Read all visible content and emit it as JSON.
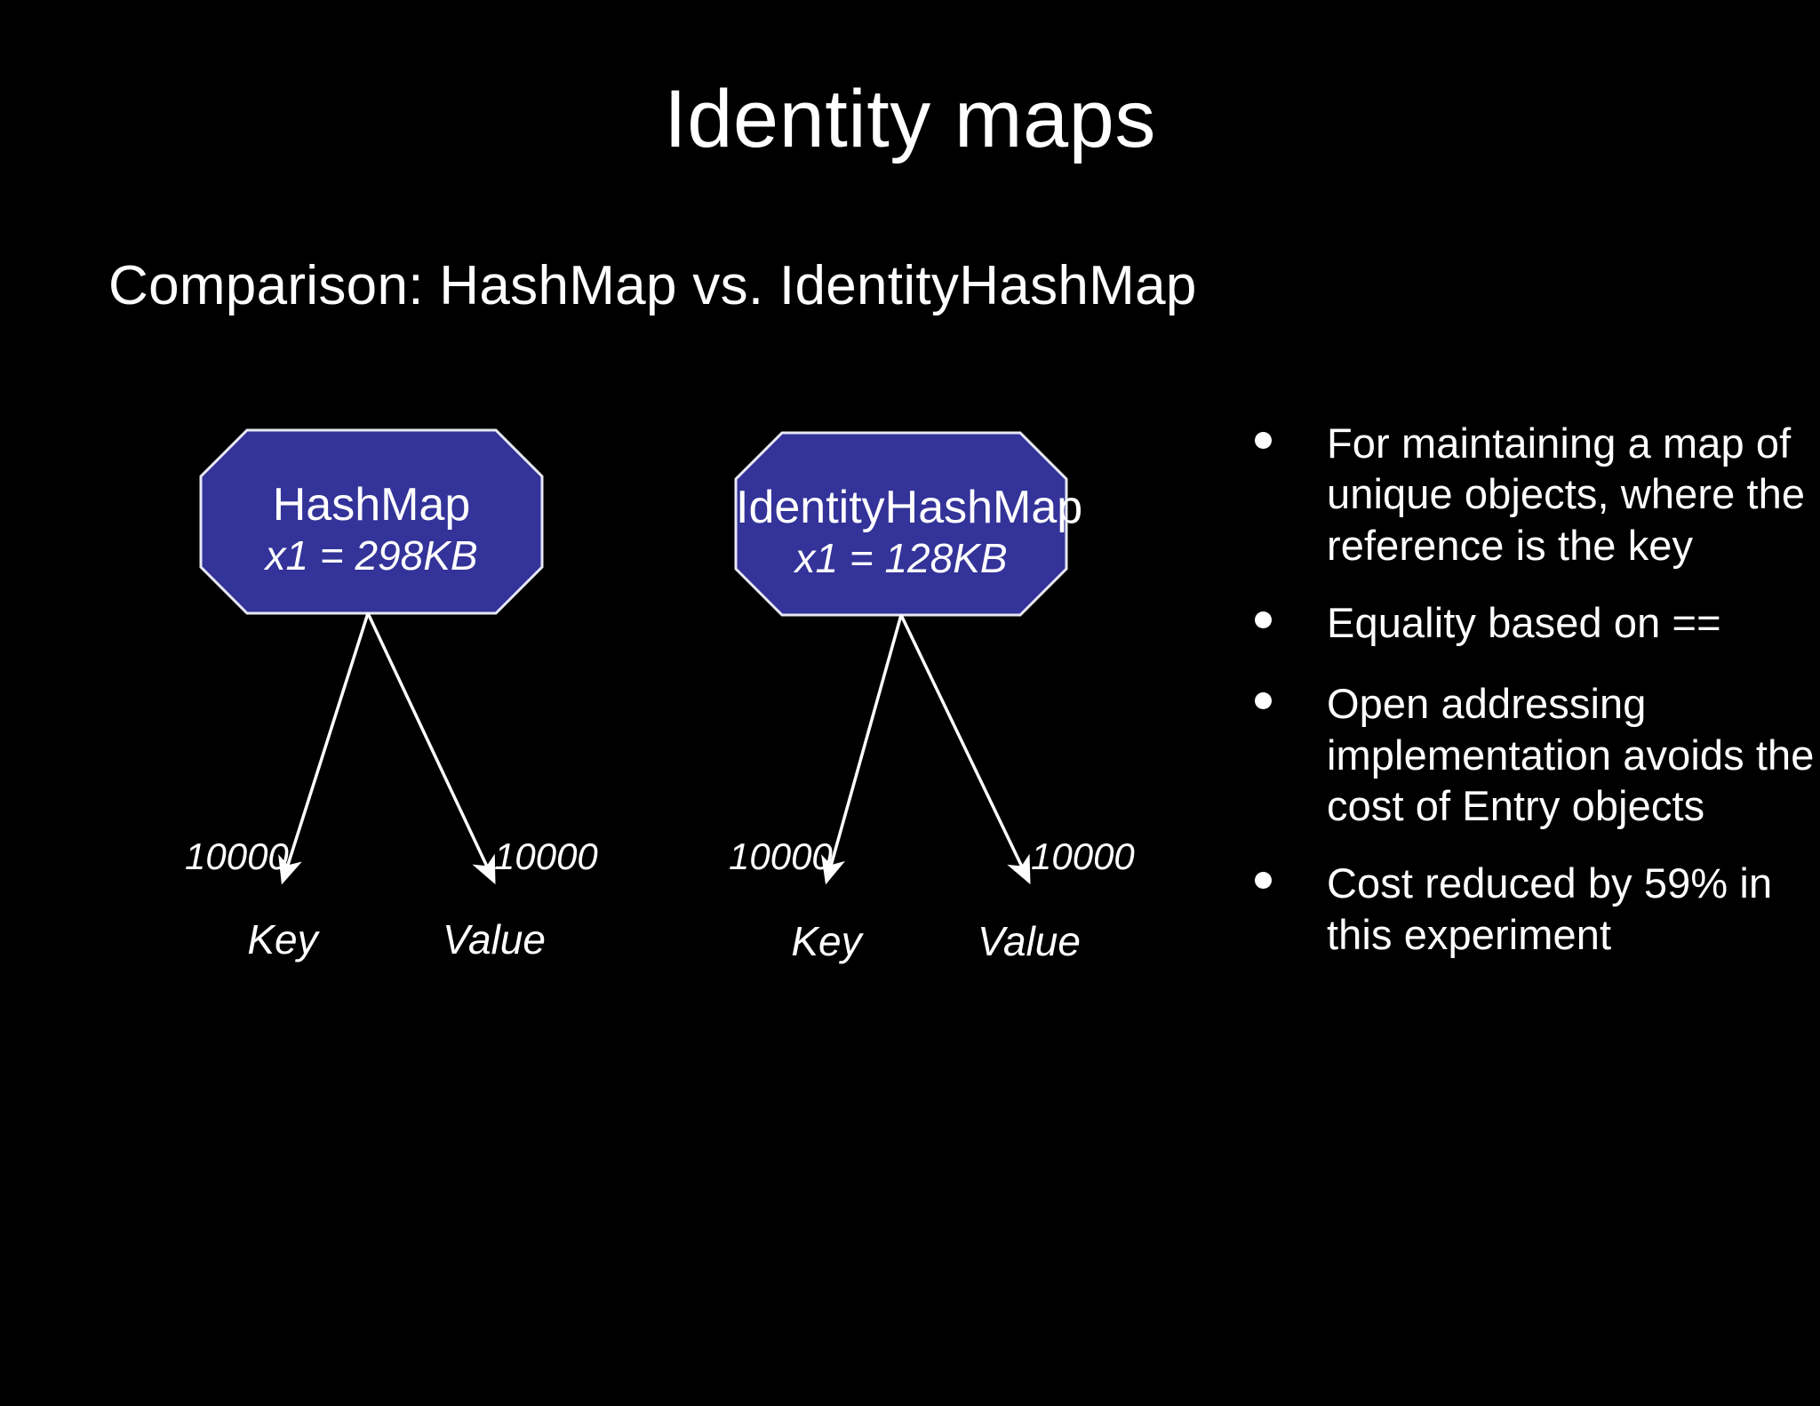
{
  "slide": {
    "title": "Identity maps",
    "subtitle": "Comparison: HashMap vs. IdentityHashMap",
    "background_color": "#000000",
    "text_color": "#ffffff",
    "node_fill_color": "#333399",
    "node_border_color": "#e8e8f5"
  },
  "diagram": {
    "nodes": [
      {
        "id": "hashmap",
        "title": "HashMap",
        "subtitle": "x1 = 298KB",
        "children": [
          {
            "label": "Key",
            "edge_label": "10000"
          },
          {
            "label": "Value",
            "edge_label": "10000"
          }
        ]
      },
      {
        "id": "identityhashmap",
        "title": "IdentityHashMap",
        "subtitle": "x1 = 128KB",
        "children": [
          {
            "label": "Key",
            "edge_label": "10000"
          },
          {
            "label": "Value",
            "edge_label": "10000"
          }
        ]
      }
    ]
  },
  "bullets": [
    "For maintaining a map of unique objects, where the reference is the key",
    "Equality based on ==",
    "Open addressing implementation avoids the cost of Entry objects",
    "Cost reduced by 59% in this experiment"
  ]
}
